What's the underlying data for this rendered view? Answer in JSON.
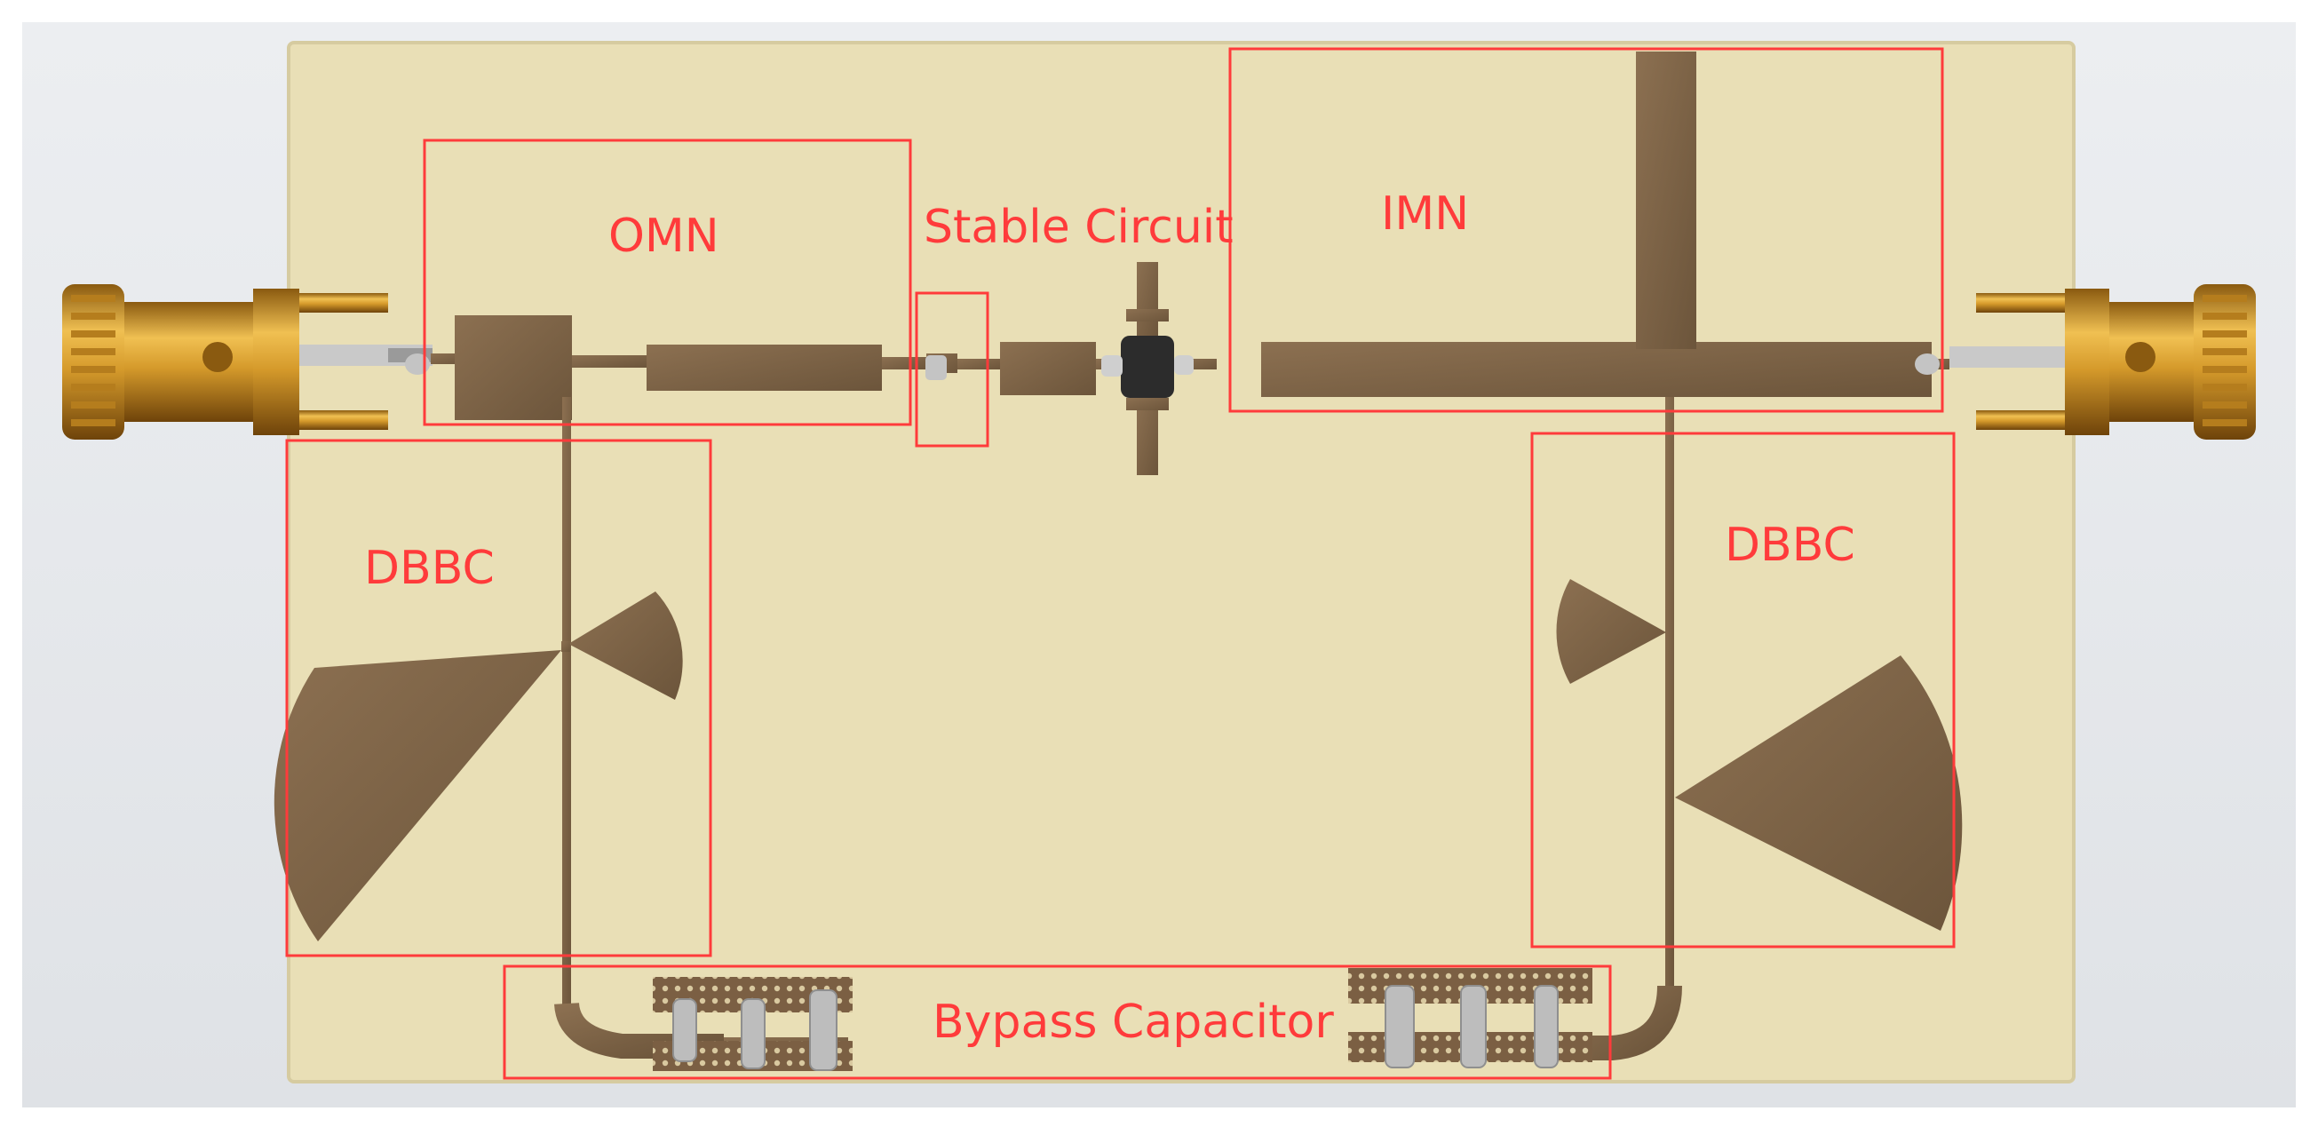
{
  "image": {
    "description_labels": {
      "omn": "OMN",
      "stable": "Stable Circuit",
      "imn": "IMN",
      "dbbc_left": "DBBC",
      "dbbc_right": "DBBC",
      "bypass": "Bypass Capacitor"
    },
    "colors": {
      "background": "#e7e9ec",
      "board": "#e9dfb6",
      "copper": "#7d6446",
      "annotation": "#ff3b3b",
      "connector_gold": "#d59a2b"
    }
  }
}
